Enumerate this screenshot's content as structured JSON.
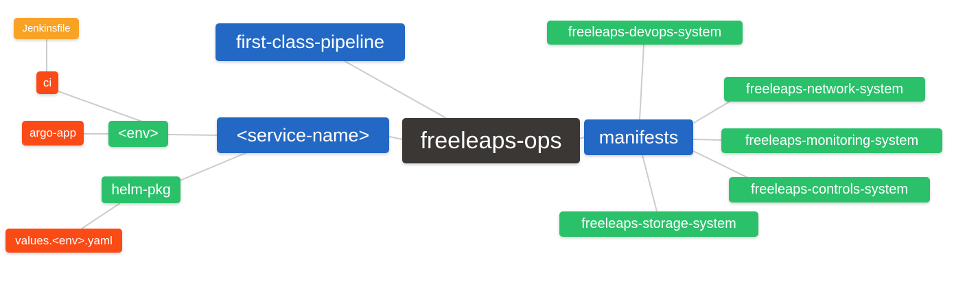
{
  "diagram": {
    "type": "mindmap",
    "root_label": "freeleaps-ops",
    "palette": {
      "root_bg": "#3B3734",
      "branch_blue": "#2368C4",
      "node_green": "#2AC16A",
      "node_red": "#FA4B17",
      "node_orange": "#F8A326",
      "edge_gray": "#CCCCCC",
      "text": "#FFFFFF",
      "background": "#FFFFFF"
    },
    "nodes": [
      {
        "id": "jenkinsfile",
        "label": "Jenkinsfile",
        "color": "#F8A326",
        "level": 4
      },
      {
        "id": "ci",
        "label": "ci",
        "color": "#FA4B17",
        "level": 3
      },
      {
        "id": "argo-app",
        "label": "argo-app",
        "color": "#FA4B17",
        "level": 3
      },
      {
        "id": "env",
        "label": "<env>",
        "color": "#2AC16A",
        "level": 2
      },
      {
        "id": "helm-pkg",
        "label": "helm-pkg",
        "color": "#2AC16A",
        "level": 2
      },
      {
        "id": "values",
        "label": "values.<env>.yaml",
        "color": "#FA4B17",
        "level": 3
      },
      {
        "id": "first-class-pipeline",
        "label": "first-class-pipeline",
        "color": "#2368C4",
        "level": 1
      },
      {
        "id": "service-name",
        "label": "<service-name>",
        "color": "#2368C4",
        "level": 1
      },
      {
        "id": "root",
        "label": "freeleaps-ops",
        "color": "#3B3734",
        "level": 0
      },
      {
        "id": "manifests",
        "label": "manifests",
        "color": "#2368C4",
        "level": 1
      },
      {
        "id": "devops",
        "label": "freeleaps-devops-system",
        "color": "#2AC16A",
        "level": 2
      },
      {
        "id": "network",
        "label": "freeleaps-network-system",
        "color": "#2AC16A",
        "level": 2
      },
      {
        "id": "monitoring",
        "label": "freeleaps-monitoring-system",
        "color": "#2AC16A",
        "level": 2
      },
      {
        "id": "controls",
        "label": "freeleaps-controls-system",
        "color": "#2AC16A",
        "level": 2
      },
      {
        "id": "storage",
        "label": "freeleaps-storage-system",
        "color": "#2AC16A",
        "level": 2
      }
    ],
    "edges": [
      {
        "from": "jenkinsfile",
        "to": "ci"
      },
      {
        "from": "ci",
        "to": "env"
      },
      {
        "from": "argo-app",
        "to": "env"
      },
      {
        "from": "env",
        "to": "service-name"
      },
      {
        "from": "helm-pkg",
        "to": "service-name"
      },
      {
        "from": "values",
        "to": "helm-pkg"
      },
      {
        "from": "first-class-pipeline",
        "to": "root"
      },
      {
        "from": "service-name",
        "to": "root"
      },
      {
        "from": "root",
        "to": "manifests"
      },
      {
        "from": "manifests",
        "to": "devops"
      },
      {
        "from": "manifests",
        "to": "network"
      },
      {
        "from": "manifests",
        "to": "monitoring"
      },
      {
        "from": "manifests",
        "to": "controls"
      },
      {
        "from": "manifests",
        "to": "storage"
      }
    ]
  }
}
